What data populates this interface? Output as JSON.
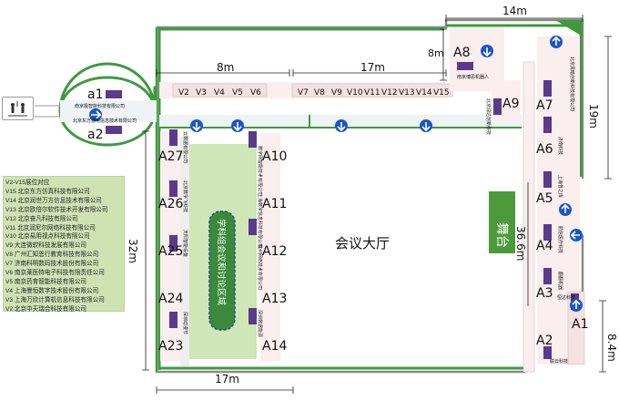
{
  "dimensions": {
    "top_8m": "8m",
    "top_17m": "17m",
    "top_14m": "14m",
    "vertical_8m": "8m",
    "vertical_19m": "19m",
    "vertical_32m": "32m",
    "bottom_17m": "17m",
    "stage_36_6m": "36.6m",
    "bottom_right_8_4m": "8.4m"
  },
  "booths": {
    "a1_top": "a1",
    "a2_top": "a2",
    "A1": "A1",
    "A2": "A2",
    "A3": "A3",
    "A4": "A4",
    "A5": "A5",
    "A6": "A6",
    "A7": "A7",
    "A8": "A8",
    "A9": "A9",
    "A10": "A10",
    "A11": "A11",
    "A12": "A12",
    "A13": "A13",
    "A14": "A14",
    "A23": "A23",
    "A24": "A24",
    "A25": "A25",
    "A26": "A26",
    "A27": "A27"
  },
  "v_booths": {
    "left": [
      "V2",
      "V3",
      "V4",
      "V5",
      "V6"
    ],
    "right": [
      "V7",
      "V8",
      "V9",
      "V10",
      "V11",
      "V12",
      "V13",
      "V14",
      "V15"
    ]
  },
  "areas": {
    "hall": "会议大厅",
    "stage": "舞台",
    "discussion": "学科组会议和讨论区域"
  },
  "company_labels": {
    "a1": "南京极智能科技有限公司",
    "a2": "北京东方通电信息技术有限公司",
    "A7_label": "北京黑暗创新科技有限公司",
    "A6_label": "济南科技",
    "A5_label": "上海普之库",
    "A4_label": "航信医疗科技",
    "A3_label": "翻翻机器",
    "A1_label": "恒达科技",
    "A2_label": "联云科技",
    "A8_label": "南京博思机器人",
    "A9_label": "北京润达创新科技",
    "A27_label": "云数据有限公司",
    "A26_label": "北京数字飞科技",
    "A25_label": "天阳智能设备",
    "A24_label": "深圳动漫节",
    "A10_label": "数字网智能技术有限公司",
    "A11_label": "上海数字信息科技有限公司",
    "A12_label": "杭州网络技术有限公司",
    "A13_label": "深圳数据能源"
  },
  "legend": {
    "title": "V2-V15展位对应",
    "items": [
      "V15 北京东方仿真科技有限公司",
      "V14 北京润世万方信息技术有限公司",
      "V13 北京欧倍尔软件技术开发有限公司",
      "V12 北京奋凡科技有限公司",
      "V11 北京润尼尔网络科技有限公司",
      "V10 北京易用视点科技有限公司",
      "V9 大连微软科技发展有限公司",
      "V8 广州汇知恩行教育科技有限公司",
      "V7 济南科明数码技术股份有限公司",
      "V6 南京莱医特电子科技有限责任公司",
      "V5 南京药育智能科技有限公司",
      "V4 上海曼恒数字技术股份有限公司",
      "V3 上海万欣计算机信息科技有限公司",
      "V2 北京中天瑞合科技有限公司"
    ]
  },
  "colors": {
    "wall": "#8a8a8a",
    "green": "#3f9a3f",
    "light_green": "#cfe6b6",
    "booth_pink": "#f4e4e4",
    "purple": "#5a3a8a",
    "arrow_blue": "#1a56c8"
  },
  "icons": [
    "entrance-icon",
    "arrow-icon",
    "desk-icon"
  ]
}
